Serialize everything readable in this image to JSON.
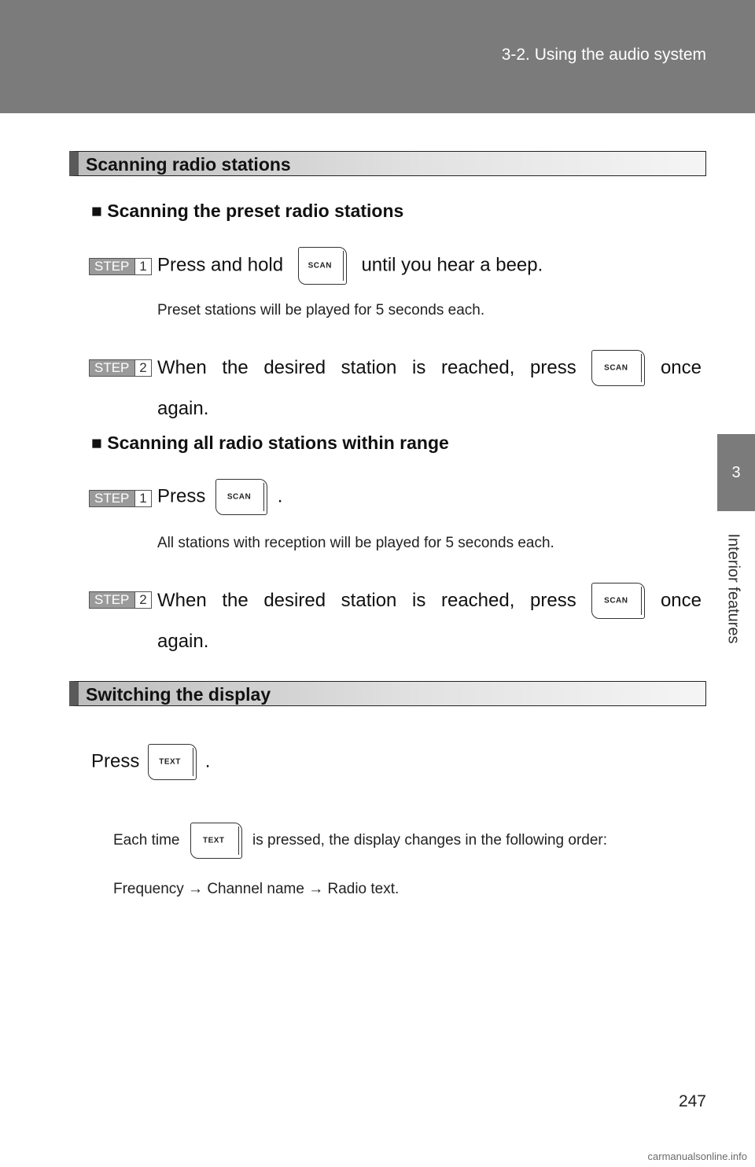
{
  "header": {
    "title": "3-2. Using the audio system"
  },
  "side_tab": {
    "number": "3",
    "label": "Interior features"
  },
  "sections": {
    "scanning": {
      "title": "Scanning radio stations",
      "preset": {
        "heading": "■ Scanning the preset radio stations",
        "step1": {
          "badge": "STEP",
          "num": "1",
          "before": "Press and hold",
          "after": "until you hear a beep.",
          "note": "Preset stations will be played for 5 seconds each."
        },
        "step2": {
          "badge": "STEP",
          "num": "2",
          "w1": "When",
          "w2": "the",
          "w3": "desired",
          "w4": "station",
          "w5": "is",
          "w6": "reached,",
          "w7": "press",
          "w8": "once",
          "cont": "again."
        }
      },
      "all": {
        "heading": "■ Scanning all radio stations within range",
        "step1": {
          "badge": "STEP",
          "num": "1",
          "before": "Press",
          "after": ".",
          "note": "All stations with reception will be played for 5 seconds each."
        },
        "step2": {
          "badge": "STEP",
          "num": "2",
          "w1": "When",
          "w2": "the",
          "w3": "desired",
          "w4": "station",
          "w5": "is",
          "w6": "reached,",
          "w7": "press",
          "w8": "once",
          "cont": "again."
        }
      }
    },
    "display": {
      "title": "Switching the display",
      "press_before": "Press",
      "press_after": ".",
      "note1_before": "Each time",
      "note1_after": "is pressed, the display changes in the following order:",
      "note2": "Frequency → Channel name → Radio text."
    }
  },
  "buttons": {
    "scan": "SCAN",
    "text": "TEXT"
  },
  "page_number": "247",
  "watermark": "carmanualsonline.info"
}
